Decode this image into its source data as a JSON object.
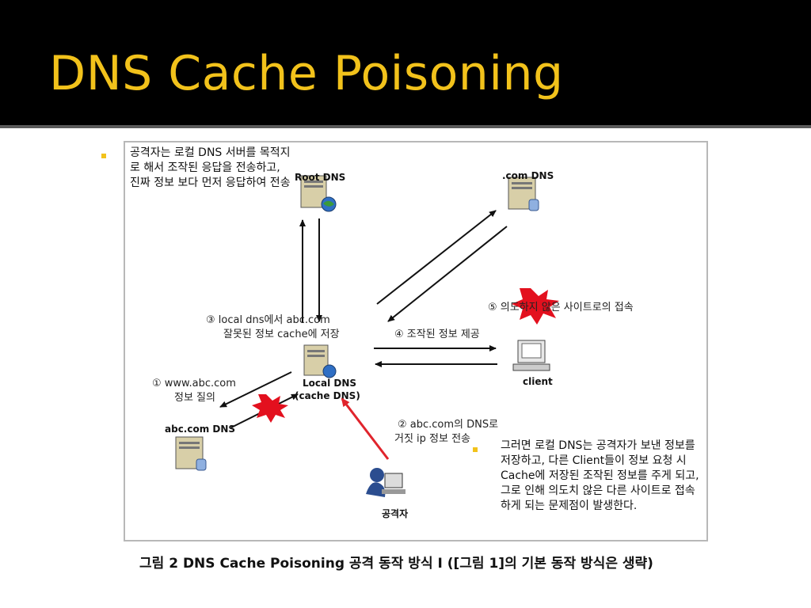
{
  "slide": {
    "title": "DNS Cache Poisoning",
    "bullet1": "공격자는 로컬 DNS 서버를 목적지로 해서 조작된 응답을 전송하고, 진짜 정보 보다 먼저 응답하여 전송",
    "bullet2": "그러면 로컬 DNS는 공격자가 보낸 정보를 저장하고, 다른 Client들이 정보 요청 시 Cache에 저장된 조작된 정보를 주게 되고, 그로 인해 의도치 않은 다른 사이트로 접속하게 되는 문제점이 발생한다.",
    "caption": "그림 2 DNS Cache Poisoning 공격 동작 방식 I ([그림 1]의 기본 동작 방식은 생략)"
  },
  "diagram": {
    "nodes": {
      "root_dns": "Root DNS",
      "com_dns": ".com DNS",
      "local_dns": "Local DNS",
      "local_dns_sub": "(cache DNS)",
      "client": "client",
      "abc_dns": "abc.com DNS",
      "attacker": "공격자"
    },
    "steps": {
      "s1_line1": "① www.abc.com",
      "s1_line2": "정보 질의",
      "s2_line1": "② abc.com의 DNS로",
      "s2_line2": "거짓 ip 정보 전송",
      "s3_line1": "③ local dns에서 abc.com",
      "s3_line2": "잘못된 정보 cache에 저장",
      "s4": "④ 조작된 정보 제공",
      "s5": "⑤ 의도하지 않은 사이트로의 접속"
    },
    "colors": {
      "arrow": "#111111",
      "attack": "#e0242c",
      "title": "#f2c21b"
    }
  }
}
